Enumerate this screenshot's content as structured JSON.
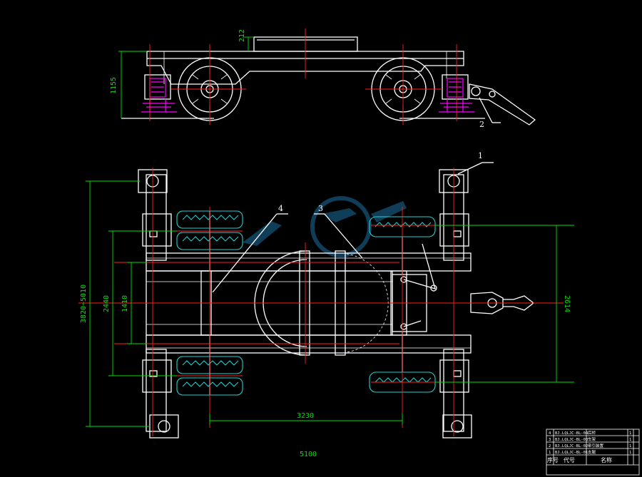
{
  "dimensions": {
    "top_height": "212",
    "side_height": "1155",
    "overall_length": "3820~5010",
    "track_outer": "2440",
    "track_inner": "1410",
    "wheelbase": "3230",
    "overall_width": "5100",
    "right_width": "2614"
  },
  "callouts": {
    "c1": "1",
    "c2": "2",
    "c3": "3",
    "c4": "4"
  },
  "title_block": {
    "rows": [
      {
        "num": "4",
        "code": "BJ.LQLJC-BL-04",
        "name": "后桥",
        "qty": "1"
      },
      {
        "num": "3",
        "code": "BJ.LQLJC-BL-03",
        "name": "车架",
        "qty": "1"
      },
      {
        "num": "2",
        "code": "BJ.LQLJC-BL-02",
        "name": "牵引装置",
        "qty": "1"
      },
      {
        "num": "1",
        "code": "BJ.LQLJC-BL-01",
        "name": "支腿",
        "qty": "1"
      }
    ],
    "header_num": "序号",
    "header_code": "代号",
    "header_name": "名称"
  },
  "colors": {
    "background": "#000000",
    "outline": "#ffffff",
    "centerline": "#ff2020",
    "dimension": "#00e000",
    "jack": "#ff00ff",
    "tire": "#20d0d0"
  }
}
